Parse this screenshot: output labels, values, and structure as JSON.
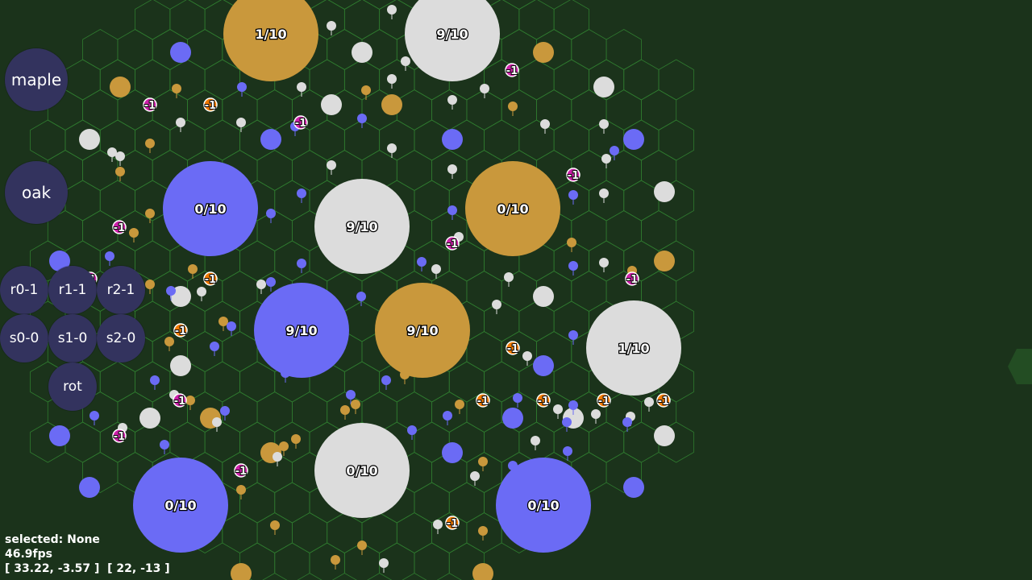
{
  "colors": {
    "background": "#1b331b",
    "hex_stroke": "#2f7a2f",
    "maple": "#c9983c",
    "oak": "#6b6bf5",
    "birch": "#dcdcdc",
    "button_bg": "#33335e",
    "badge_orange": "#f07a00",
    "badge_magenta": "#cc1fa8"
  },
  "buttons": {
    "maple": "maple",
    "oak": "oak",
    "r0": "r0-1",
    "r1": "r1-1",
    "r2": "r2-1",
    "s0": "s0-0",
    "s1": "s1-0",
    "s2": "s2-0",
    "rot": "rot"
  },
  "hud": {
    "selected": "selected: None",
    "fps": "46.9fps",
    "coords": "[ 33.22, -3.57 ]  [ 22, -13 ]"
  },
  "trees": [
    {
      "species": "maple",
      "label": "1/10"
    },
    {
      "species": "birch",
      "label": "9/10"
    },
    {
      "species": "oak",
      "label": "0/10"
    },
    {
      "species": "birch",
      "label": "9/10"
    },
    {
      "species": "maple",
      "label": "0/10"
    },
    {
      "species": "oak",
      "label": "9/10"
    },
    {
      "species": "maple",
      "label": "9/10"
    },
    {
      "species": "birch",
      "label": "1/10"
    },
    {
      "species": "oak",
      "label": "0/10"
    },
    {
      "species": "birch",
      "label": "0/10"
    },
    {
      "species": "oak",
      "label": "0/10"
    }
  ],
  "badges": [
    "-1",
    "-1",
    "-1",
    "-1",
    "-1",
    "-1",
    "-1",
    "-1",
    "-1",
    "-1",
    "-1",
    "-1",
    "-1",
    "-1",
    "-1",
    "-1",
    "-1",
    "-1",
    "-1",
    "-1"
  ]
}
